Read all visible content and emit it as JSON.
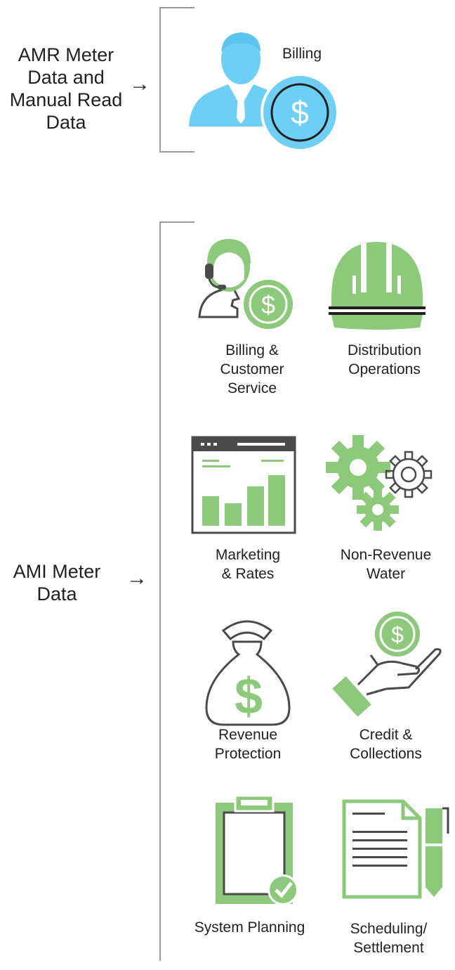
{
  "sources": {
    "amr": {
      "label": "AMR Meter\nData and\nManual Read\nData"
    },
    "ami": {
      "label": "AMI Meter\nData"
    }
  },
  "amr_target": {
    "label": "Billing",
    "icon": "billing-person-dollar-icon",
    "color": "#6dcff6"
  },
  "ami_targets": [
    {
      "label": "Billing &\nCustomer\nService",
      "icon": "customer-service-dollar-icon"
    },
    {
      "label": "Distribution\nOperations",
      "icon": "hard-hat-icon"
    },
    {
      "label": "Marketing\n& Rates",
      "icon": "bar-chart-window-icon"
    },
    {
      "label": "Non-Revenue\nWater",
      "icon": "gears-icon"
    },
    {
      "label": "Revenue\nProtection",
      "icon": "money-bag-icon"
    },
    {
      "label": "Credit &\nCollections",
      "icon": "hand-coin-icon"
    },
    {
      "label": "System Planning",
      "icon": "clipboard-check-icon"
    },
    {
      "label": "Scheduling/\nSettlement",
      "icon": "document-pen-icon"
    }
  ],
  "colors": {
    "green": "#8cc97b",
    "blue": "#6dcff6",
    "dark": "#4a4a4a",
    "bracket": "#9a9a9a"
  }
}
